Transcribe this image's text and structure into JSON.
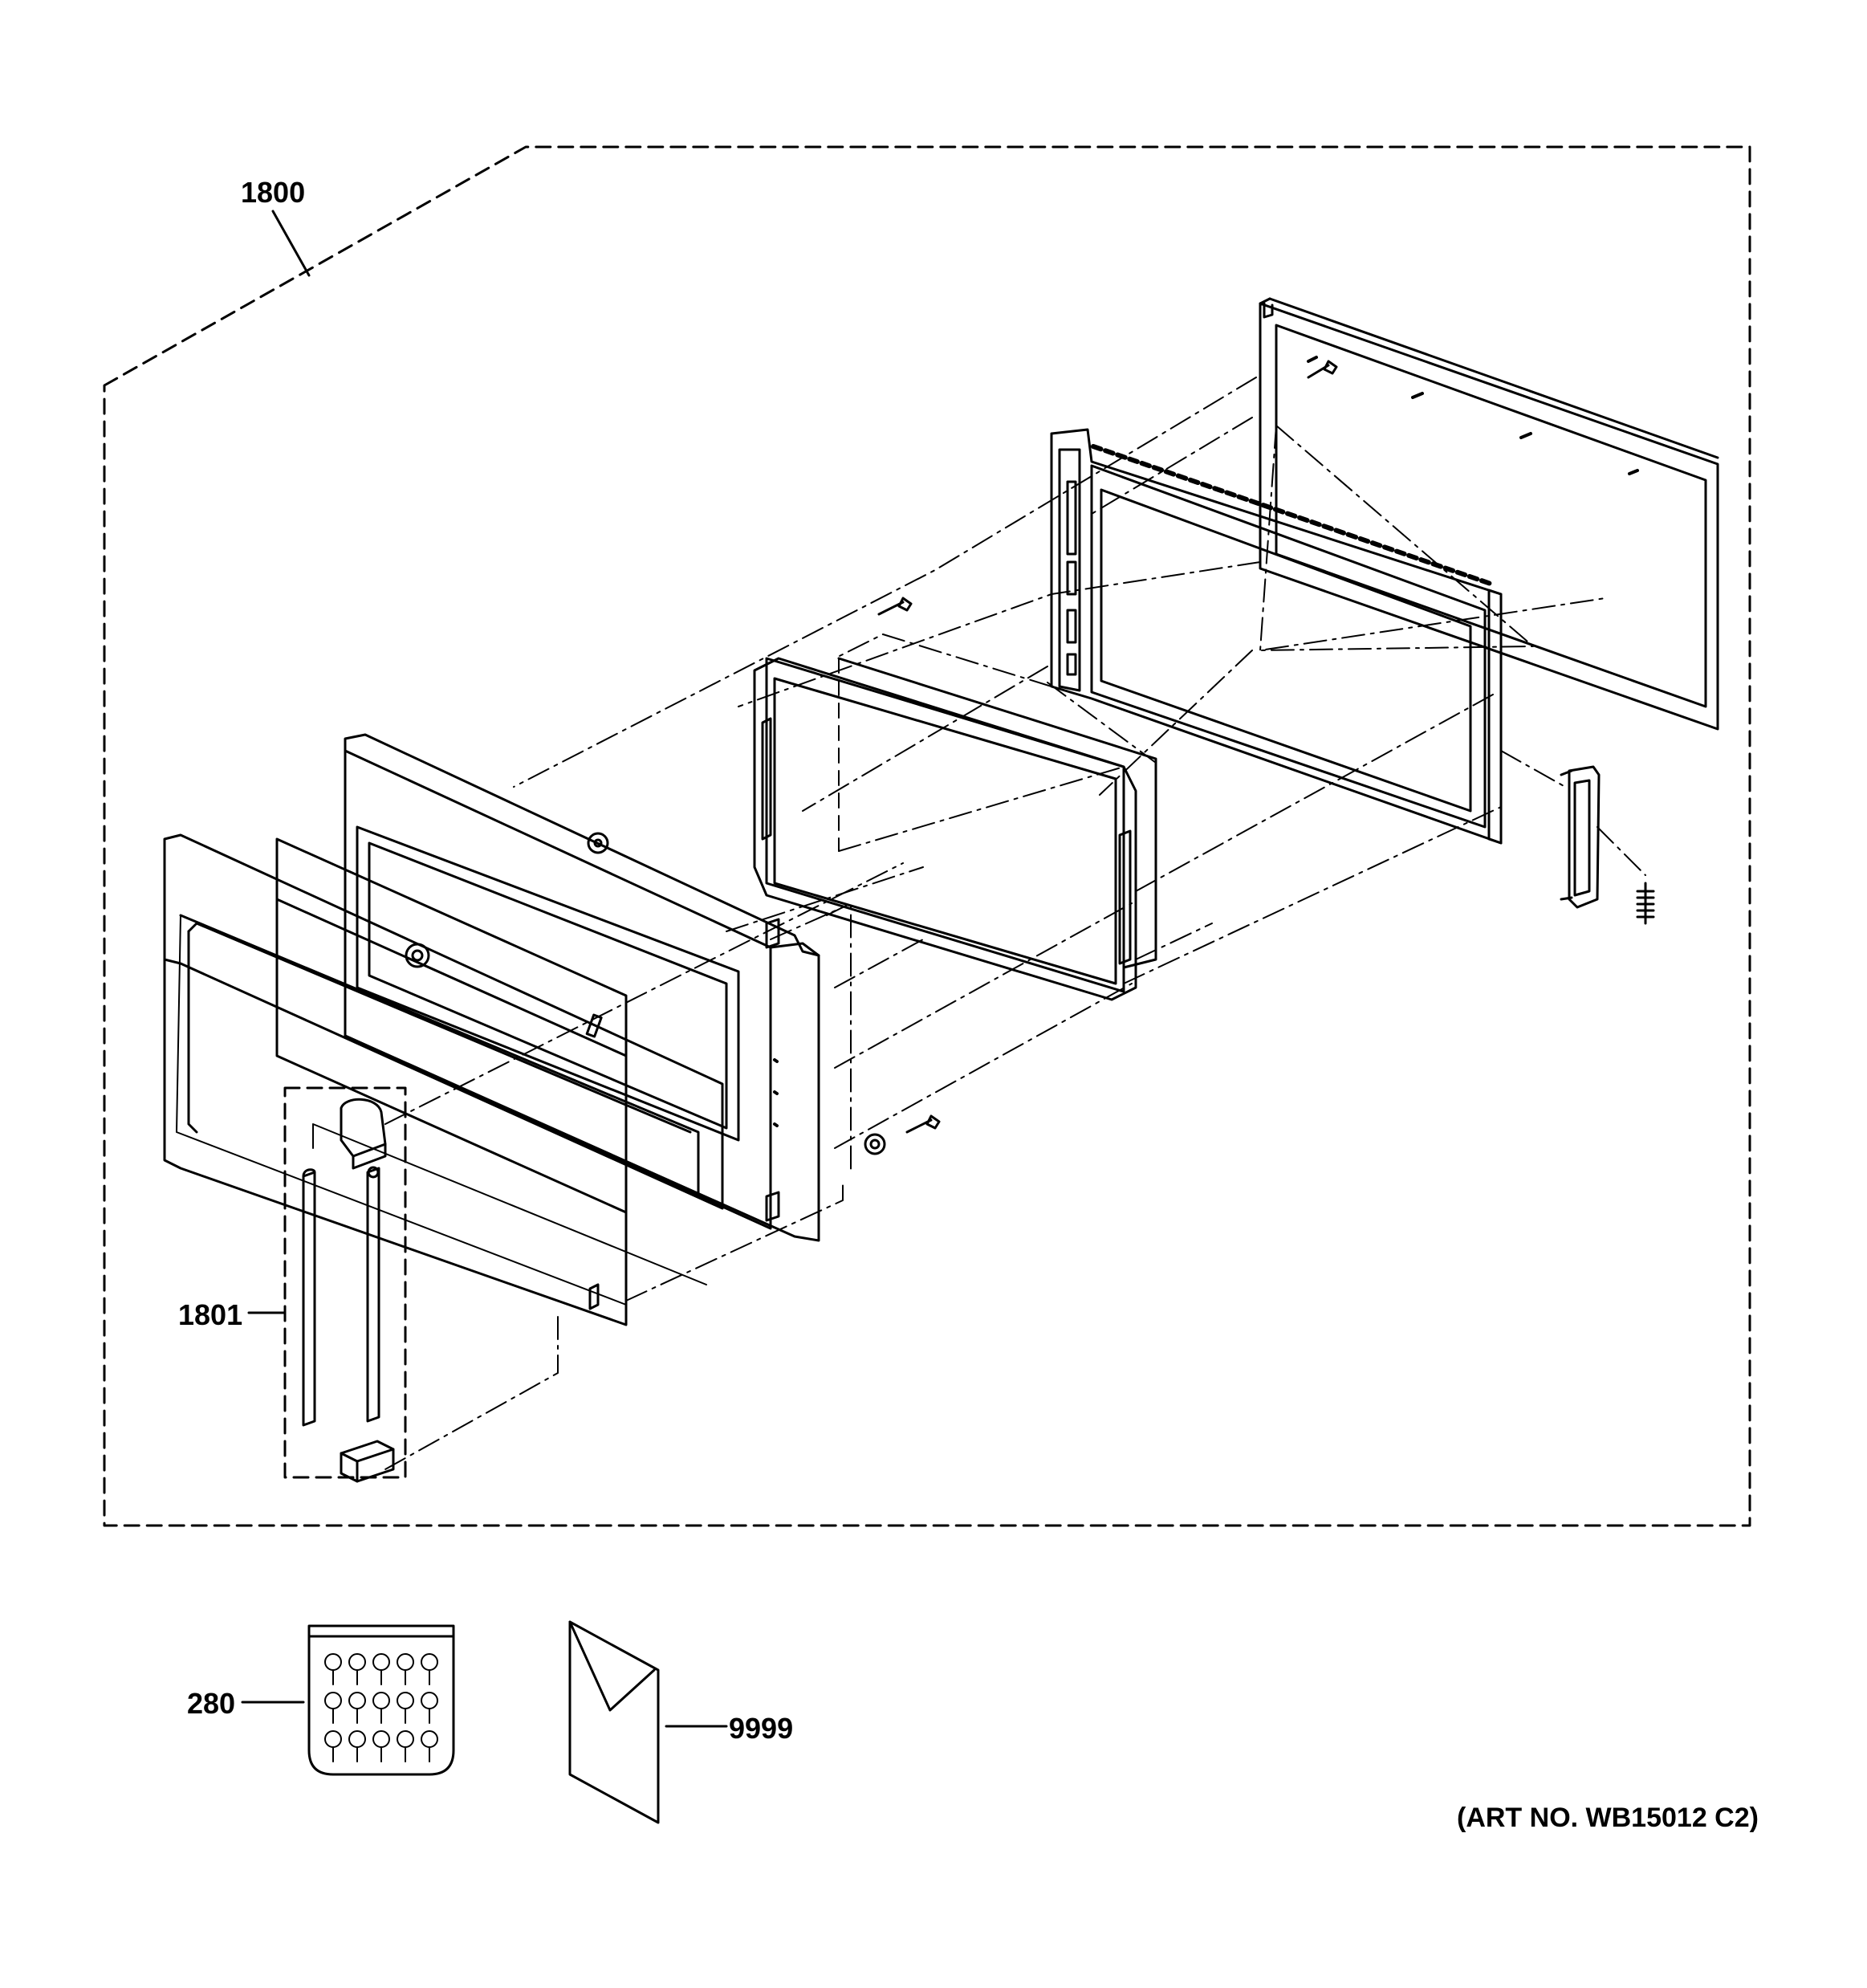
{
  "callouts": {
    "c1800": "1800",
    "c1801": "1801",
    "c280": "280",
    "c9999": "9999"
  },
  "art_number": "(ART NO. WB15012 C2)"
}
